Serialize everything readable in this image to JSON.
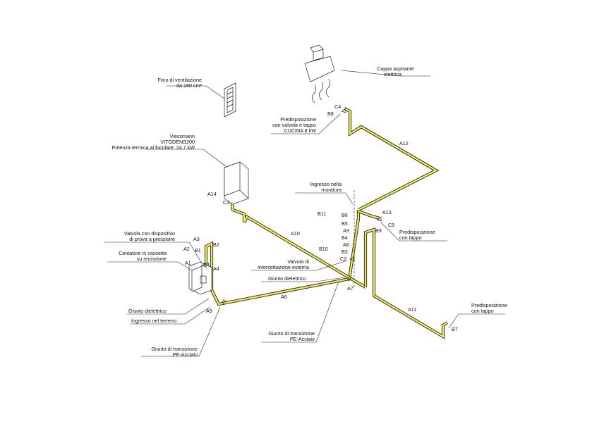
{
  "colors": {
    "pipe_fill": "#f2ea4f",
    "pipe_outline": "#222222",
    "ink": "#111111",
    "background": "#ffffff"
  },
  "icons": [
    "vent-grille-icon",
    "range-hood-icon",
    "boiler-icon",
    "gas-meter-icon",
    "valve-icon"
  ],
  "labels": {
    "vent_title_1": "Foro di ventilazione",
    "vent_title_2": "da 160 cm²",
    "hood_1": "Cappa aspirante",
    "hood_2": "elettrica",
    "cooker_1": "Predisposizione",
    "cooker_2": "con valvola e tappo",
    "cooker_3": "CUCINA 8 kW",
    "boiler_1": "Viessmann",
    "boiler_2": "VITODENS200",
    "boiler_3": "Potenza termica al focolare: 24.7 kW",
    "wall_entry_1": "Ingresso nella",
    "wall_entry_2": "muratura",
    "prep_mid_1": "Predisposizione",
    "prep_mid_2": "con tappo",
    "valve_test_1": "Valvola con dispositivo",
    "valve_test_2": "di prova a pressione",
    "meter_1": "Contatore in cassetta",
    "meter_2": "su recinzione",
    "ext_valve_1": "Valvola di",
    "ext_valve_2": "intercettazione esterna",
    "dielectric_2": "Giunto dielettrico",
    "dielectric_1": "Giunto dielettrico",
    "ground_entry": "Ingresso nel terreno",
    "transition_left_1": "Giunto di transizione",
    "transition_left_2": "PE-Acciaio",
    "transition_mid_1": "Giunto di transizione",
    "transition_mid_2": "PE-Acciaio",
    "prep_right_1": "Predisposizione",
    "prep_right_2": "con tappo"
  },
  "codes": {
    "a1": "A1",
    "a2": "A2",
    "a3": "A3",
    "a4": "A4",
    "a5": "A5",
    "a6": "A6",
    "a7": "A7",
    "a8": "A8",
    "a9": "A9",
    "a10": "A10",
    "a11": "A11",
    "a12": "A12",
    "a13": "A13",
    "a14": "A14",
    "b1": "B1",
    "b2": "B2",
    "b3": "B3",
    "b4": "B4",
    "b5": "B5",
    "b6": "B6",
    "b7": "B7",
    "b8": "B8",
    "b9": "B9",
    "b10": "B10",
    "b11": "B11",
    "c1": "C1",
    "c2": "C2",
    "c3": "C3",
    "c4": "C4",
    "c5": "C5"
  }
}
